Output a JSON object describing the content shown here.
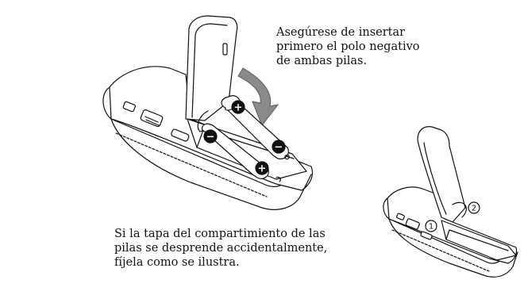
{
  "notes": {
    "negative_first": "Asegúrese de insertar\nprimero el polo negativo\nde ambas pilas.",
    "cover_detached": "Si la tapa del compartimiento de las\npilas se desprende accidentalmente,\nfíjela como se ilustra."
  },
  "callouts": {
    "step_1": "1",
    "step_2": "2"
  },
  "symbols": {
    "plus": "+",
    "minus": "−"
  },
  "colors": {
    "line": "#111111",
    "arrow": "#8a8a8a",
    "body_fill": "#ffffff"
  }
}
